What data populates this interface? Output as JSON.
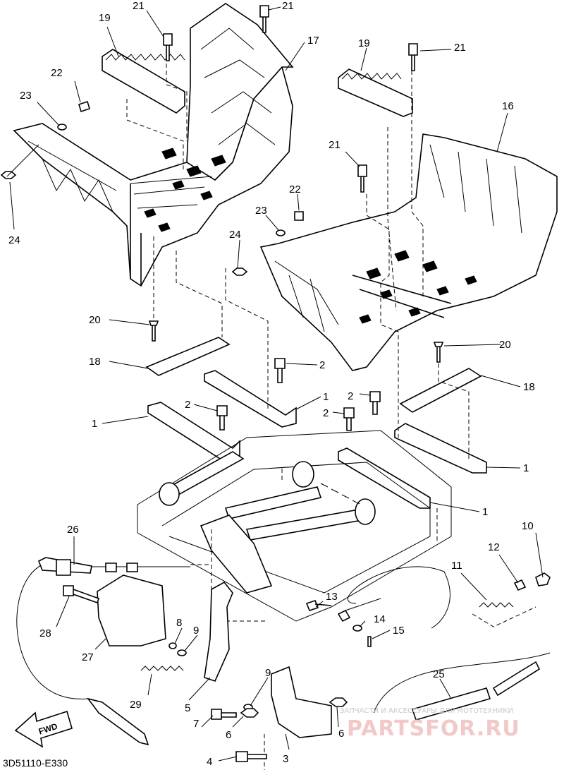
{
  "callouts": [
    {
      "id": "c21a",
      "text": "21"
    },
    {
      "id": "c21b",
      "text": "21"
    },
    {
      "id": "c19a",
      "text": "19"
    },
    {
      "id": "c17",
      "text": "17"
    },
    {
      "id": "c19b",
      "text": "19"
    },
    {
      "id": "c21c",
      "text": "21"
    },
    {
      "id": "c22a",
      "text": "22"
    },
    {
      "id": "c23a",
      "text": "23"
    },
    {
      "id": "c16",
      "text": "16"
    },
    {
      "id": "c21d",
      "text": "21"
    },
    {
      "id": "c24a",
      "text": "24"
    },
    {
      "id": "c22b",
      "text": "22"
    },
    {
      "id": "c23b",
      "text": "23"
    },
    {
      "id": "c24b",
      "text": "24"
    },
    {
      "id": "c20a",
      "text": "20"
    },
    {
      "id": "c20b",
      "text": "20"
    },
    {
      "id": "c18a",
      "text": "18"
    },
    {
      "id": "c2a",
      "text": "2"
    },
    {
      "id": "c18b",
      "text": "18"
    },
    {
      "id": "c1a",
      "text": "1"
    },
    {
      "id": "c2b",
      "text": "2"
    },
    {
      "id": "c1b",
      "text": "1"
    },
    {
      "id": "c2c",
      "text": "2"
    },
    {
      "id": "c2d",
      "text": "2"
    },
    {
      "id": "c1c",
      "text": "1"
    },
    {
      "id": "c1d",
      "text": "1"
    },
    {
      "id": "c26",
      "text": "26"
    },
    {
      "id": "c10",
      "text": "10"
    },
    {
      "id": "c12",
      "text": "12"
    },
    {
      "id": "c11",
      "text": "11"
    },
    {
      "id": "c13",
      "text": "13"
    },
    {
      "id": "c28",
      "text": "28"
    },
    {
      "id": "c8",
      "text": "8"
    },
    {
      "id": "c9a",
      "text": "9"
    },
    {
      "id": "c14",
      "text": "14"
    },
    {
      "id": "c15",
      "text": "15"
    },
    {
      "id": "c27",
      "text": "27"
    },
    {
      "id": "c9b",
      "text": "9"
    },
    {
      "id": "c25",
      "text": "25"
    },
    {
      "id": "c29",
      "text": "29"
    },
    {
      "id": "c5",
      "text": "5"
    },
    {
      "id": "c6a",
      "text": "6"
    },
    {
      "id": "c7",
      "text": "7"
    },
    {
      "id": "c6b",
      "text": "6"
    },
    {
      "id": "c3",
      "text": "3"
    },
    {
      "id": "c4",
      "text": "4"
    }
  ],
  "fwd_label": "FWD",
  "diagram_code": "3D51110-E330",
  "watermark_caption": "ЗАПЧАСТИ И АКСЕССУАРЫ ДЛЯ МОТОТЕХНИКИ",
  "watermark_logo": "PARTSFOR.RU"
}
